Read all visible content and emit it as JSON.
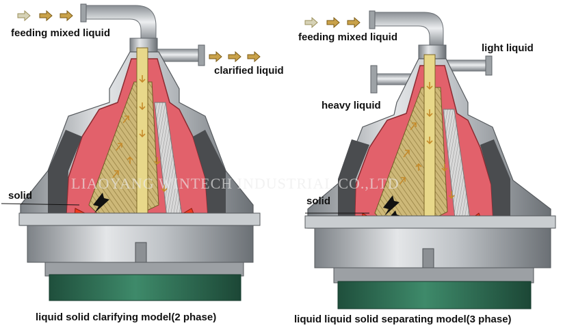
{
  "left": {
    "feed_label": "feeding mixed liquid",
    "outlet_label": "clarified liquid",
    "solid_label": "solid",
    "caption": "liquid solid clarifying model(2 phase)"
  },
  "right": {
    "feed_label": "feeding mixed liquid",
    "light_label": "light liquid",
    "heavy_label": "heavy liquid",
    "solid_label": "solid",
    "caption": "liquid liquid solid separating model(3 phase)"
  },
  "watermark": "LIAOYANG WINTECH INDUSTRIAL CO.,LTD",
  "colors": {
    "steel": "#b4b8bc",
    "steel_dark": "#6f7478",
    "bowl_red": "#e0606a",
    "sludge": "#e8321a",
    "discs": "#c8b472",
    "base_green": "#2e6a52",
    "arrow": "#c58a2a"
  }
}
